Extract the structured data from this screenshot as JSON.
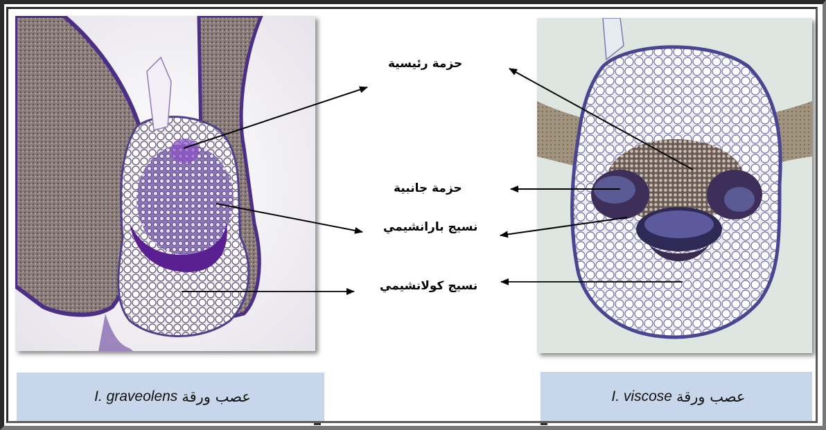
{
  "labels": {
    "main_bundle": "حزمة رئيسية",
    "lateral_bundle": "حزمة جانبية",
    "parenchyma": "نسيج بارانشيمي",
    "collenchyma": "نسيج كولانشيمي"
  },
  "captions": {
    "left": {
      "prefix": "عصب ورقة",
      "species": "I. graveolens"
    },
    "right": {
      "prefix": "عصب ورقة",
      "species": "I. viscose"
    }
  },
  "colors": {
    "caption_bg": "#c7d6ea",
    "stain_purple": "#5a2d8c",
    "tissue_brown": "#7e6f6a"
  }
}
